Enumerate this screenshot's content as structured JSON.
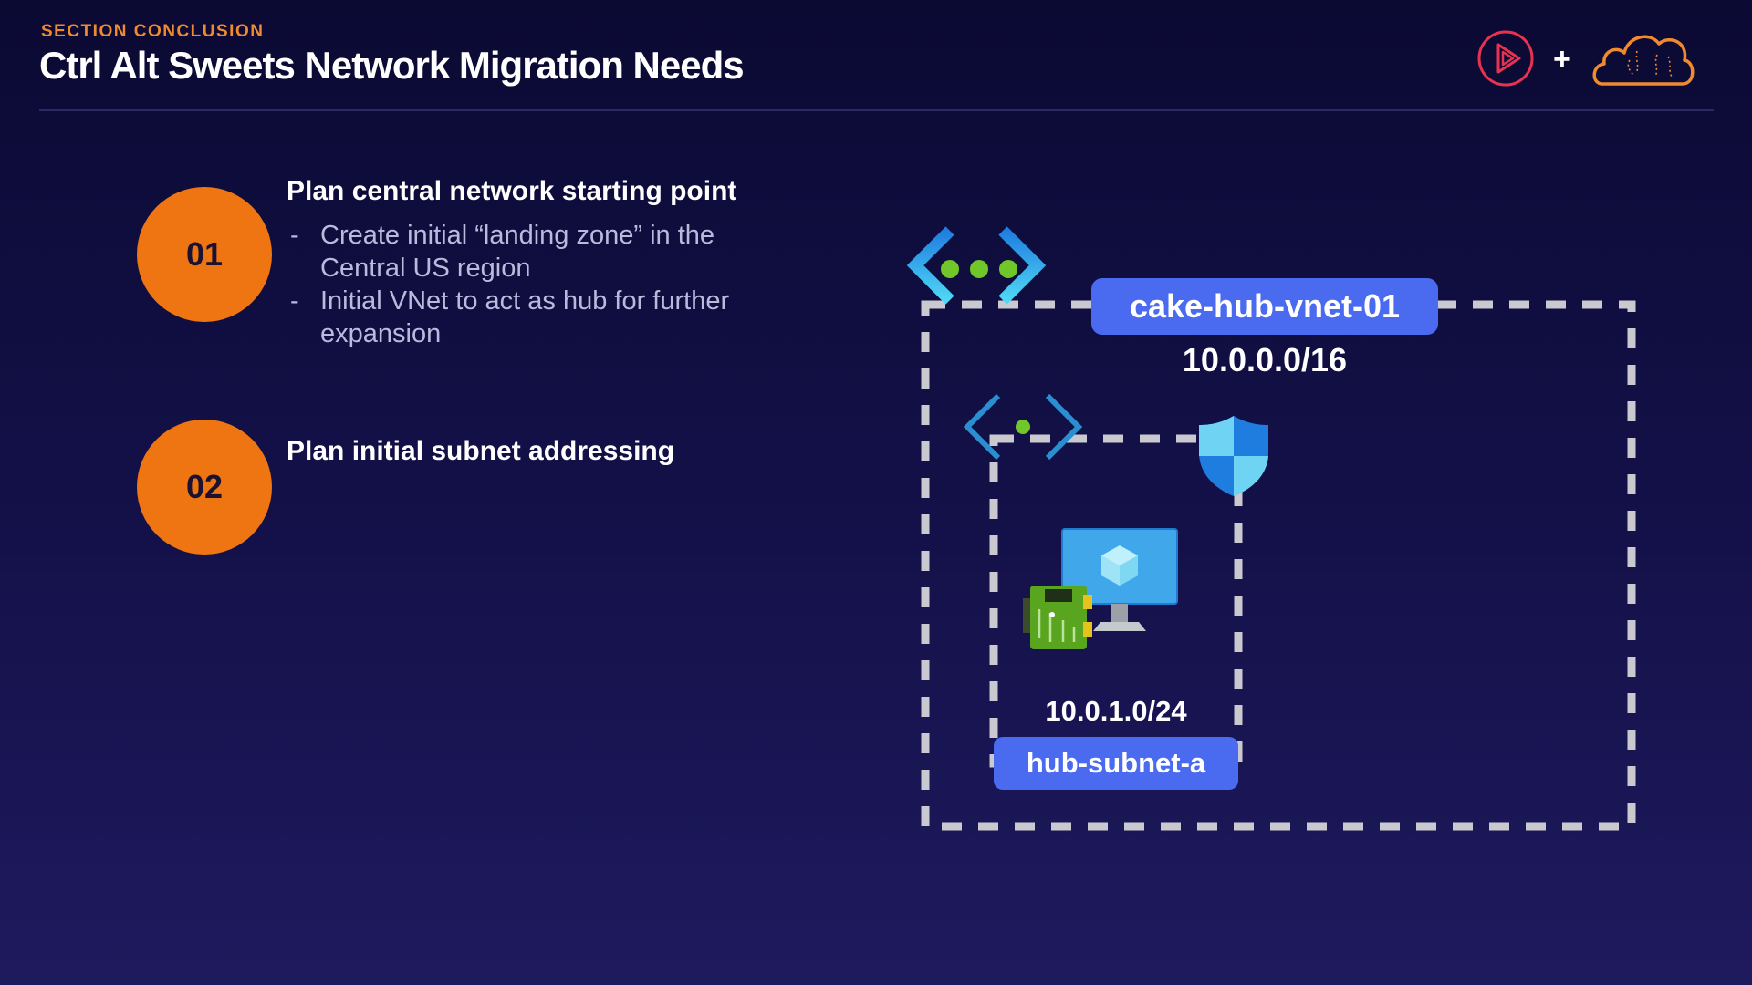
{
  "header": {
    "section_label": "SECTION CONCLUSION",
    "title": "Ctrl Alt Sweets Network Migration Needs",
    "plus_sign": "+"
  },
  "items": [
    {
      "number": "01",
      "title": "Plan central network starting point",
      "bullets": [
        "Create initial “landing zone” in the Central US region",
        "Initial VNet to act as hub for further expansion"
      ]
    },
    {
      "number": "02",
      "title": "Plan initial subnet addressing",
      "bullets": []
    }
  ],
  "bullet_dash": "-",
  "diagram": {
    "vnet_name": "cake-hub-vnet-01",
    "vnet_cidr": "10.0.0.0/16",
    "subnet_cidr": "10.0.1.0/24",
    "subnet_name": "hub-subnet-a",
    "icons": [
      "virtual-network-icon",
      "subnet-icon",
      "network-security-group-icon",
      "virtual-machine-icon",
      "network-interface-icon"
    ]
  },
  "colors": {
    "accent_orange": "#ef7512",
    "label_blue": "#4a6af0",
    "dashed_border": "#c9c9cf"
  }
}
